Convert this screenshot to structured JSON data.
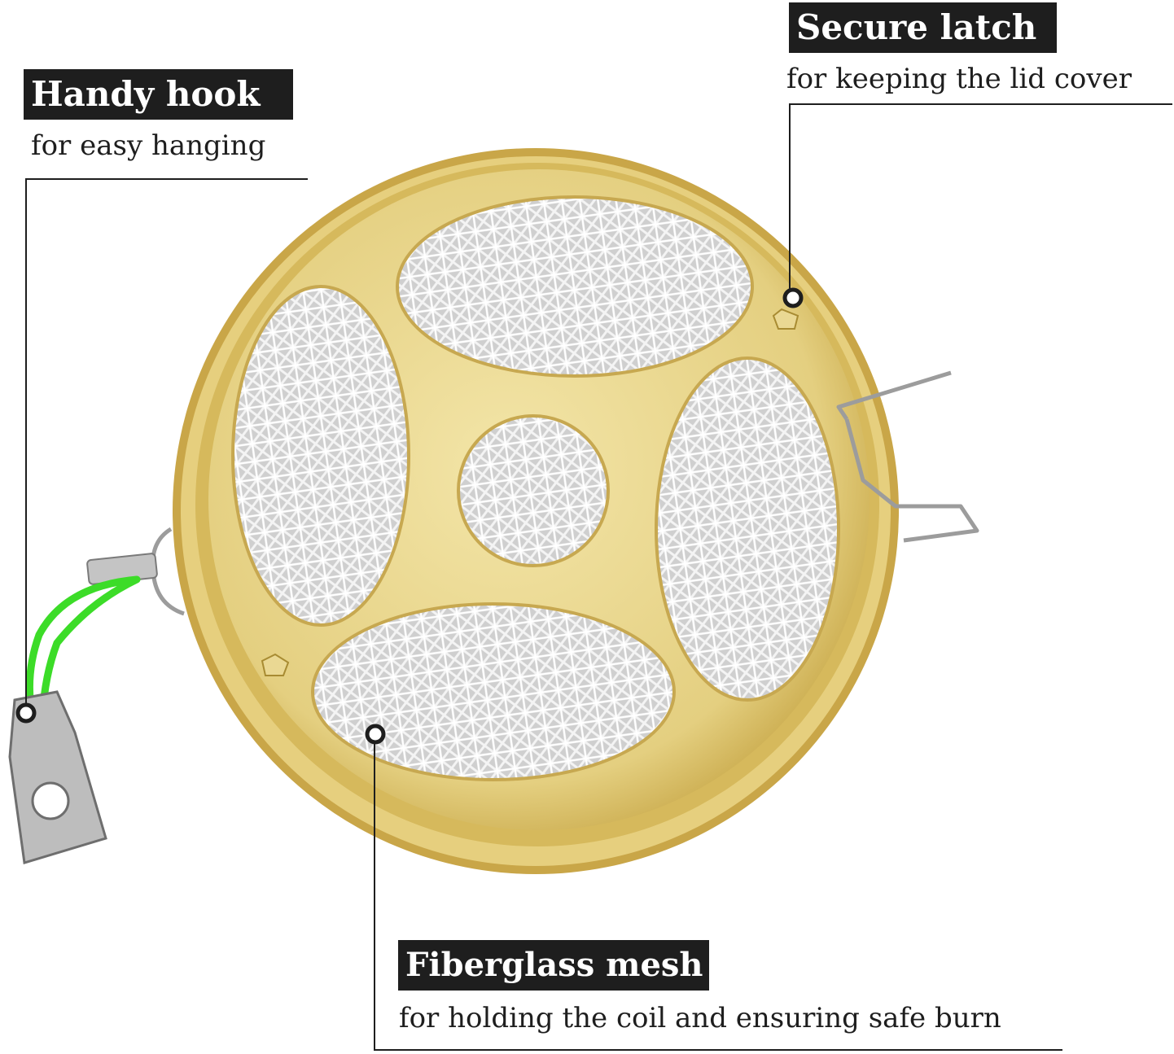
{
  "callouts": {
    "hook": {
      "title": "Handy hook",
      "description": "for easy hanging"
    },
    "latch": {
      "title": "Secure latch",
      "description": "for keeping the lid cover"
    },
    "mesh": {
      "title": "Fiberglass mesh",
      "description": "for holding the coil and ensuring safe burn"
    }
  },
  "colors": {
    "label_background": "#1e1e1e",
    "label_text": "#ffffff",
    "body_text": "#1e1e1e",
    "brass": "#e8d486",
    "brass_dark": "#b08f2c",
    "mesh": "#d9d9d9",
    "cord": "#3cdc28",
    "steel": "#bdbdbd"
  },
  "icons": [
    "mosquito-coil-holder-illustration"
  ]
}
